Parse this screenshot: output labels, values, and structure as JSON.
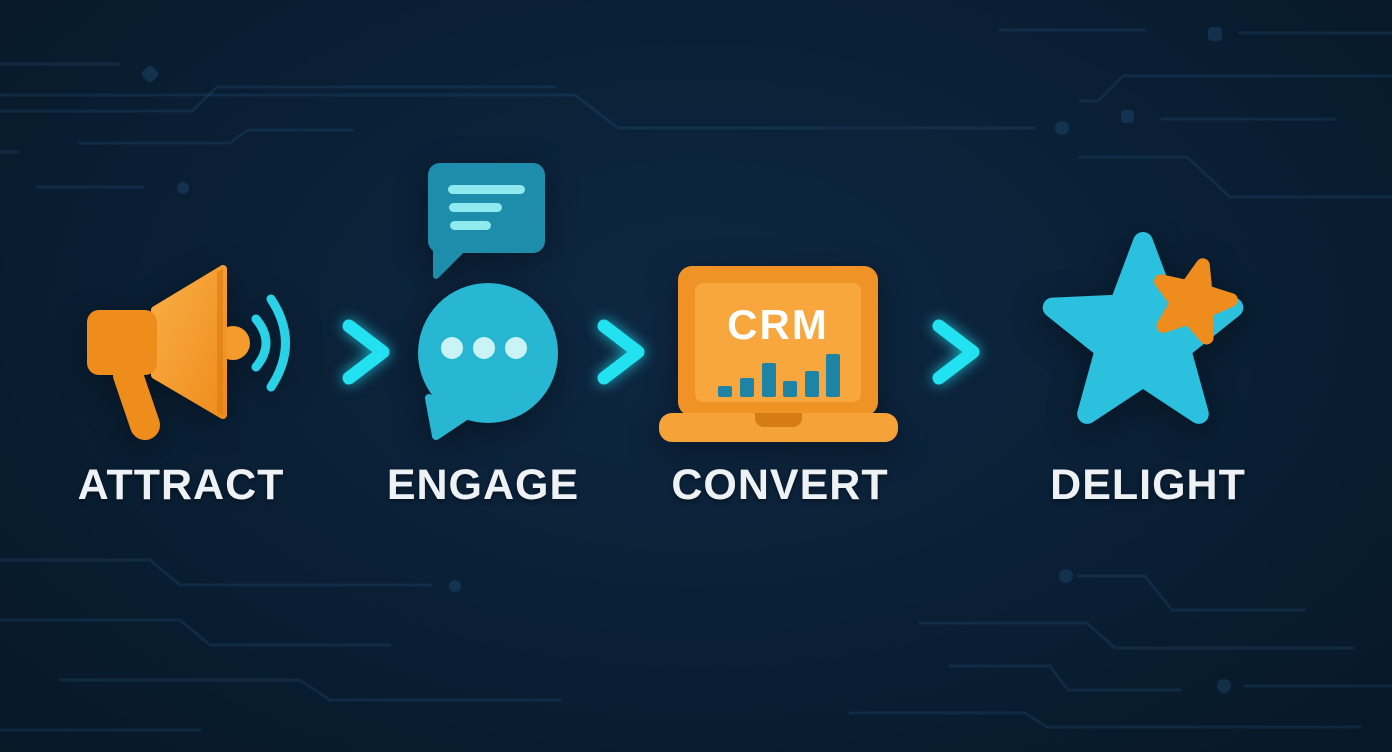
{
  "diagram": {
    "type": "marketing-funnel-flow",
    "flow_direction": "left-to-right",
    "arrow_count": 3,
    "stages": [
      {
        "label": "ATTRACT",
        "icon": "megaphone-icon"
      },
      {
        "label": "ENGAGE",
        "icon": "chat-bubbles-icon"
      },
      {
        "label": "CONVERT",
        "icon": "crm-laptop-icon",
        "screen_text": "CRM"
      },
      {
        "label": "DELIGHT",
        "icon": "star-icon"
      }
    ]
  },
  "colors": {
    "background": "#0a2036",
    "circuit_line": "#2a5f8f",
    "orange": "#ef9124",
    "orange_light": "#f8a73d",
    "orange_dark": "#d67c15",
    "teal_bubble": "#28b7d3",
    "teal_bubble_dark": "#1e8cab",
    "teal_light_accent": "#8feaf0",
    "cyan_arrow": "#22e2f2",
    "star_cyan": "#2bc0de",
    "bar_chart_teal": "#1d84a6",
    "label_text": "#eef2f5",
    "crm_text": "#ffffff"
  }
}
